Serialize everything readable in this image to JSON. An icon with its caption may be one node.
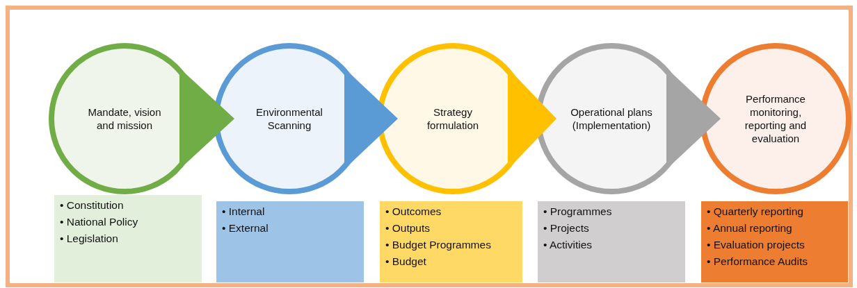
{
  "diagram": {
    "nodes": [
      {
        "text": [
          "Mandate, vision and mission"
        ]
      },
      {
        "text": [
          "Environmental Scanning"
        ]
      },
      {
        "text": [
          "Strategy formulation"
        ]
      },
      {
        "text": [
          "Operational plans (Implementation)"
        ]
      },
      {
        "text": [
          "Performance monitoring, reporting and evaluation"
        ]
      },
      {
        "text": [
          "• Constitution",
          "• National Policy",
          "• Legislation"
        ]
      },
      {
        "text": [
          "• Internal",
          "• External"
        ]
      },
      {
        "text": [
          "• Outcomes",
          "• Outputs",
          "• Budget Programmes",
          "• Budget"
        ]
      },
      {
        "text": [
          "• Programmes",
          "• Projects",
          "• Activities"
        ]
      },
      {
        "text": [
          "• Quarterly reporting",
          "• Annual reporting",
          "• Evaluation projects",
          "• Performance Audits"
        ]
      }
    ],
    "edges": [
      {
        "from": 0,
        "to": 1,
        "arrow": "to",
        "color": "#70ad47"
      },
      {
        "from": 1,
        "to": 2,
        "arrow": "to",
        "color": "#5b9bd5"
      },
      {
        "from": 2,
        "to": 3,
        "arrow": "to",
        "color": "#ffc000"
      },
      {
        "from": 3,
        "to": 4,
        "arrow": "to",
        "color": "#a5a5a5"
      }
    ]
  }
}
